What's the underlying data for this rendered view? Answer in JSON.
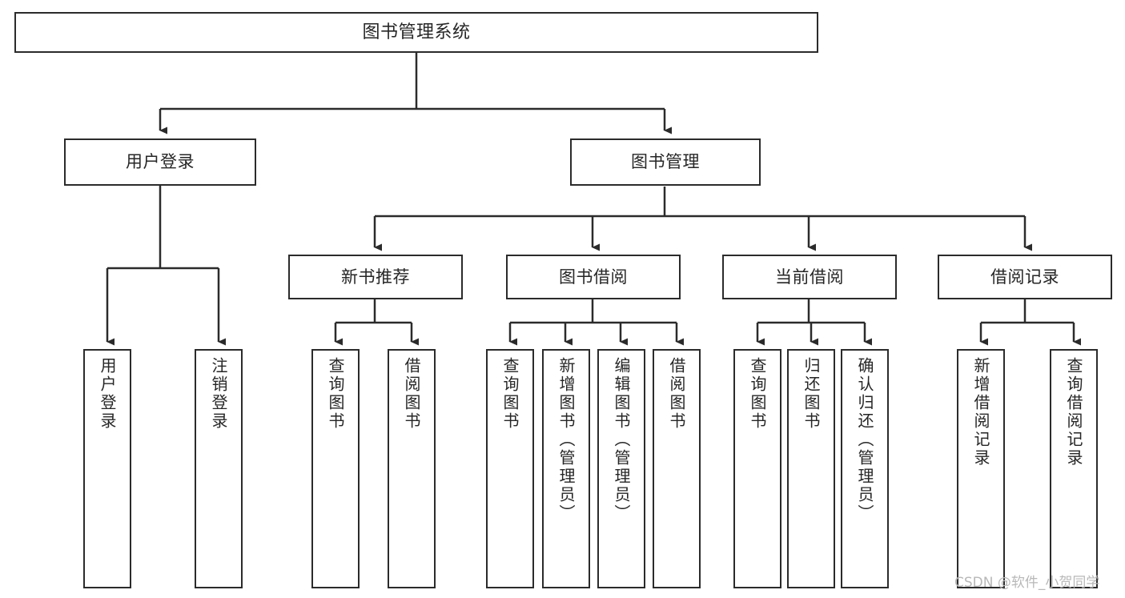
{
  "diagram": {
    "title": "图书管理系统",
    "type": "hierarchy-tree",
    "colors": {
      "background": "#ffffff",
      "box_border": "#2b2b2b",
      "box_fill": "#ffffff",
      "text": "#262626",
      "connector": "#2b2b2b",
      "watermark": "#b8b8b8"
    },
    "nodes": {
      "root": {
        "label": "图书管理系统"
      },
      "level1": [
        {
          "label": "用户登录"
        },
        {
          "label": "图书管理"
        }
      ],
      "level2": [
        {
          "label": "新书推荐"
        },
        {
          "label": "图书借阅"
        },
        {
          "label": "当前借阅"
        },
        {
          "label": "借阅记录"
        }
      ],
      "leaves": {
        "user_login": [
          {
            "label": "用户登录"
          },
          {
            "label": "注销登录"
          }
        ],
        "new_book_recommend": [
          {
            "label": "查询图书"
          },
          {
            "label": "借阅图书"
          }
        ],
        "book_borrow": [
          {
            "label": "查询图书"
          },
          {
            "label": "新增图书（管理员）"
          },
          {
            "label": "编辑图书（管理员）"
          },
          {
            "label": "借阅图书"
          }
        ],
        "current_borrow": [
          {
            "label": "查询图书"
          },
          {
            "label": "归还图书"
          },
          {
            "label": "确认归还（管理员）"
          }
        ],
        "borrow_record": [
          {
            "label": "新增借阅记录"
          },
          {
            "label": "查询借阅记录"
          }
        ]
      }
    },
    "watermark": "CSDN @软件_小贺同学"
  }
}
